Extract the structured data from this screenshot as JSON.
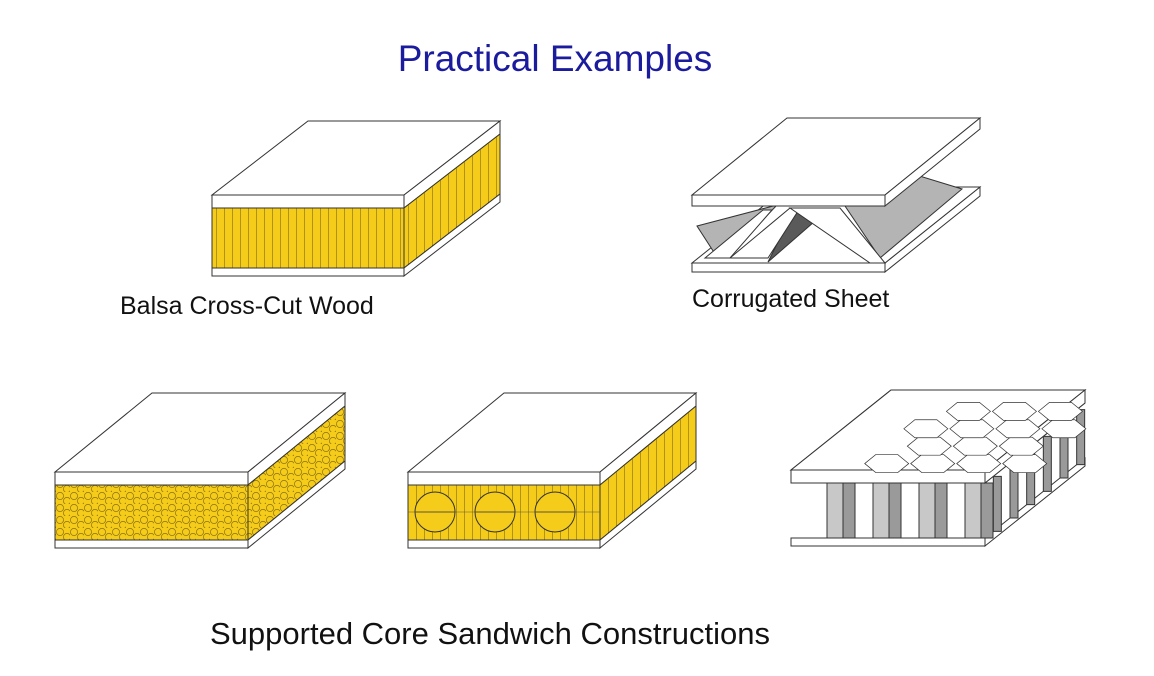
{
  "title": "Practical Examples",
  "labels": {
    "balsa": "Balsa Cross-Cut Wood",
    "corrugated": "Corrugated Sheet",
    "supported": "Supported Core Sandwich Constructions"
  },
  "colors": {
    "title": "#1b1b9e",
    "core": "#f5cc1a",
    "grey": "#b4b4b4",
    "darkGrey": "#5a5a5a"
  },
  "panels": [
    "balsa-core",
    "corrugated-core",
    "foam-core",
    "honeycomb-blocks-core",
    "honeycomb-core"
  ]
}
